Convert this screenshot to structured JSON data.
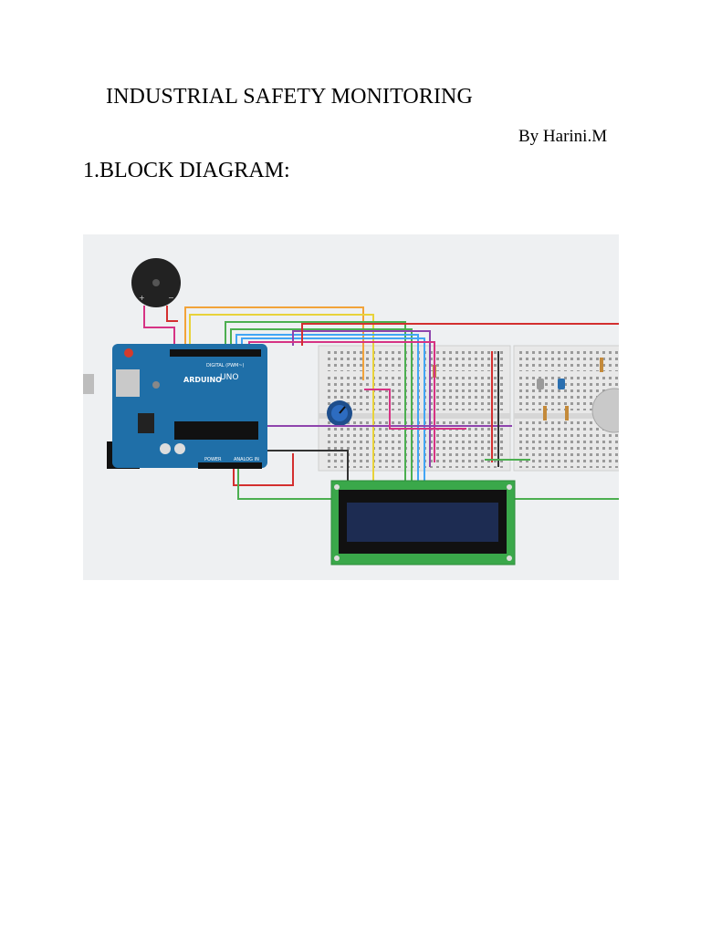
{
  "document": {
    "title": "INDUSTRIAL SAFETY MONITORING",
    "author": "By Harini.M",
    "section_heading": "1.BLOCK DIAGRAM:"
  },
  "figure": {
    "board_labels": {
      "brand": "ARDUINO",
      "model": "UNO",
      "digital": "DIGITAL (PWM~)",
      "power": "POWER",
      "analog": "ANALOG IN"
    },
    "colors": {
      "board": "#1f6fa8",
      "breadboard": "#e9e9e9",
      "lcd_frame": "#3aa84a",
      "lcd_screen": "#1d2c52",
      "wire_red": "#d32f2f",
      "wire_orange": "#f2a33a",
      "wire_yellow": "#e8d23a",
      "wire_green": "#4caf50",
      "wire_blue": "#42a5f5",
      "wire_purple": "#8e44ad",
      "wire_magenta": "#d63384",
      "wire_black": "#333333"
    }
  }
}
